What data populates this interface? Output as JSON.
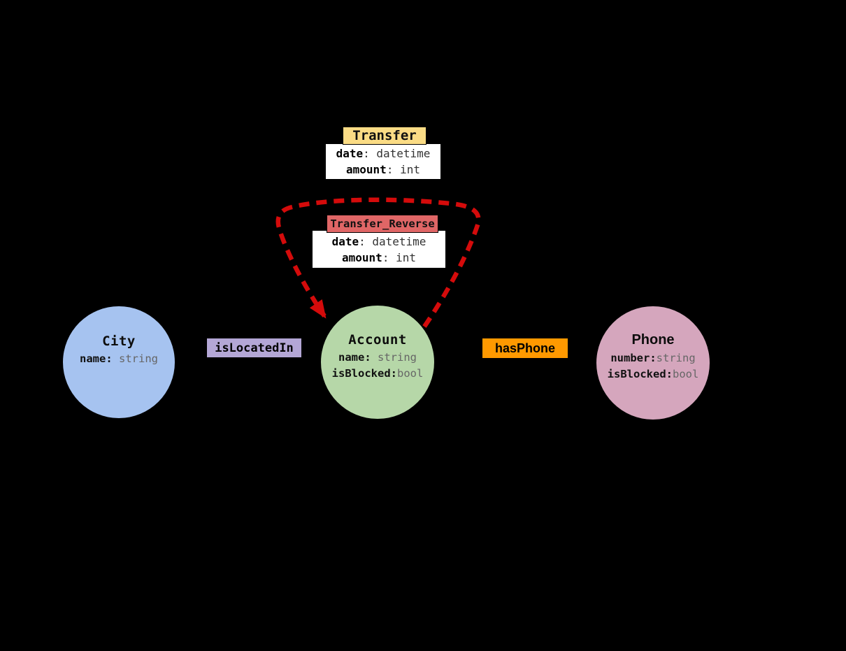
{
  "canvas": {
    "background": "#000000"
  },
  "nodes": [
    {
      "id": "city",
      "title": "City",
      "fill": "#a6c3f0",
      "attributes": [
        {
          "name": "name:",
          "value": " string"
        }
      ]
    },
    {
      "id": "account",
      "title": "Account",
      "fill": "#b6d7a8",
      "attributes": [
        {
          "name": "name:",
          "value": " string"
        },
        {
          "name": "isBlocked:",
          "value": "bool"
        }
      ]
    },
    {
      "id": "phone",
      "title": "Phone",
      "fill": "#d5a6bd",
      "attributes": [
        {
          "name": "number:",
          "value": "string"
        },
        {
          "name": "isBlocked:",
          "value": "bool"
        }
      ]
    }
  ],
  "edges": [
    {
      "id": "transfer",
      "label": "Transfer",
      "header_fill": "#fbdc85",
      "attributes": [
        {
          "name": "date",
          "value": ": datetime"
        },
        {
          "name": "amount",
          "value": ": int"
        }
      ]
    },
    {
      "id": "transfer_reverse",
      "label": "Transfer_Reverse",
      "header_fill": "#e06666",
      "attributes": [
        {
          "name": "date",
          "value": ": datetime"
        },
        {
          "name": "amount",
          "value": ": int"
        }
      ]
    },
    {
      "id": "isLocatedIn",
      "label": "isLocatedIn",
      "fill": "#b4a7d6"
    },
    {
      "id": "hasPhone",
      "label": "hasPhone",
      "fill": "#ff9900"
    }
  ],
  "loop_arrow": {
    "color": "#d40b0b",
    "style": "dashed"
  }
}
